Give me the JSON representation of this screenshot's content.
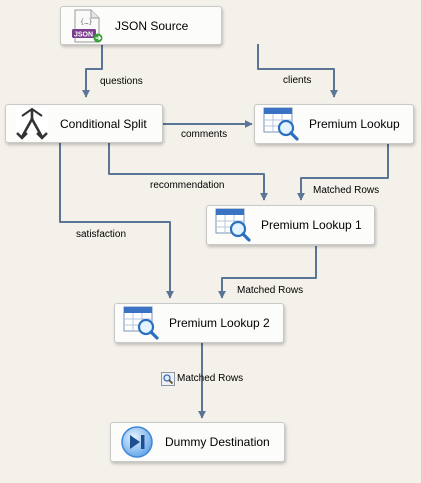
{
  "nodes": {
    "json_source": "JSON Source",
    "conditional_split": "Conditional Split",
    "premium_lookup": "Premium Lookup",
    "premium_lookup_1": "Premium Lookup 1",
    "premium_lookup_2": "Premium Lookup 2",
    "dummy_destination": "Dummy Destination"
  },
  "edges": {
    "questions": "questions",
    "clients": "clients",
    "comments": "comments",
    "recommendation": "recommendation",
    "satisfaction": "satisfaction",
    "matched_rows_1": "Matched Rows",
    "matched_rows_2": "Matched Rows",
    "matched_rows_3": "Matched Rows"
  },
  "json_icon_text": "JSON",
  "colors": {
    "connector": "#5a7596",
    "background": "#f4f1ea",
    "node_border": "#c9c9c9"
  },
  "icons": {
    "json_source": "json-file-icon",
    "conditional_split": "split-arrows-icon",
    "lookup": "table-search-icon",
    "destination": "skip-end-icon",
    "data_viewer": "magnifier-icon"
  }
}
